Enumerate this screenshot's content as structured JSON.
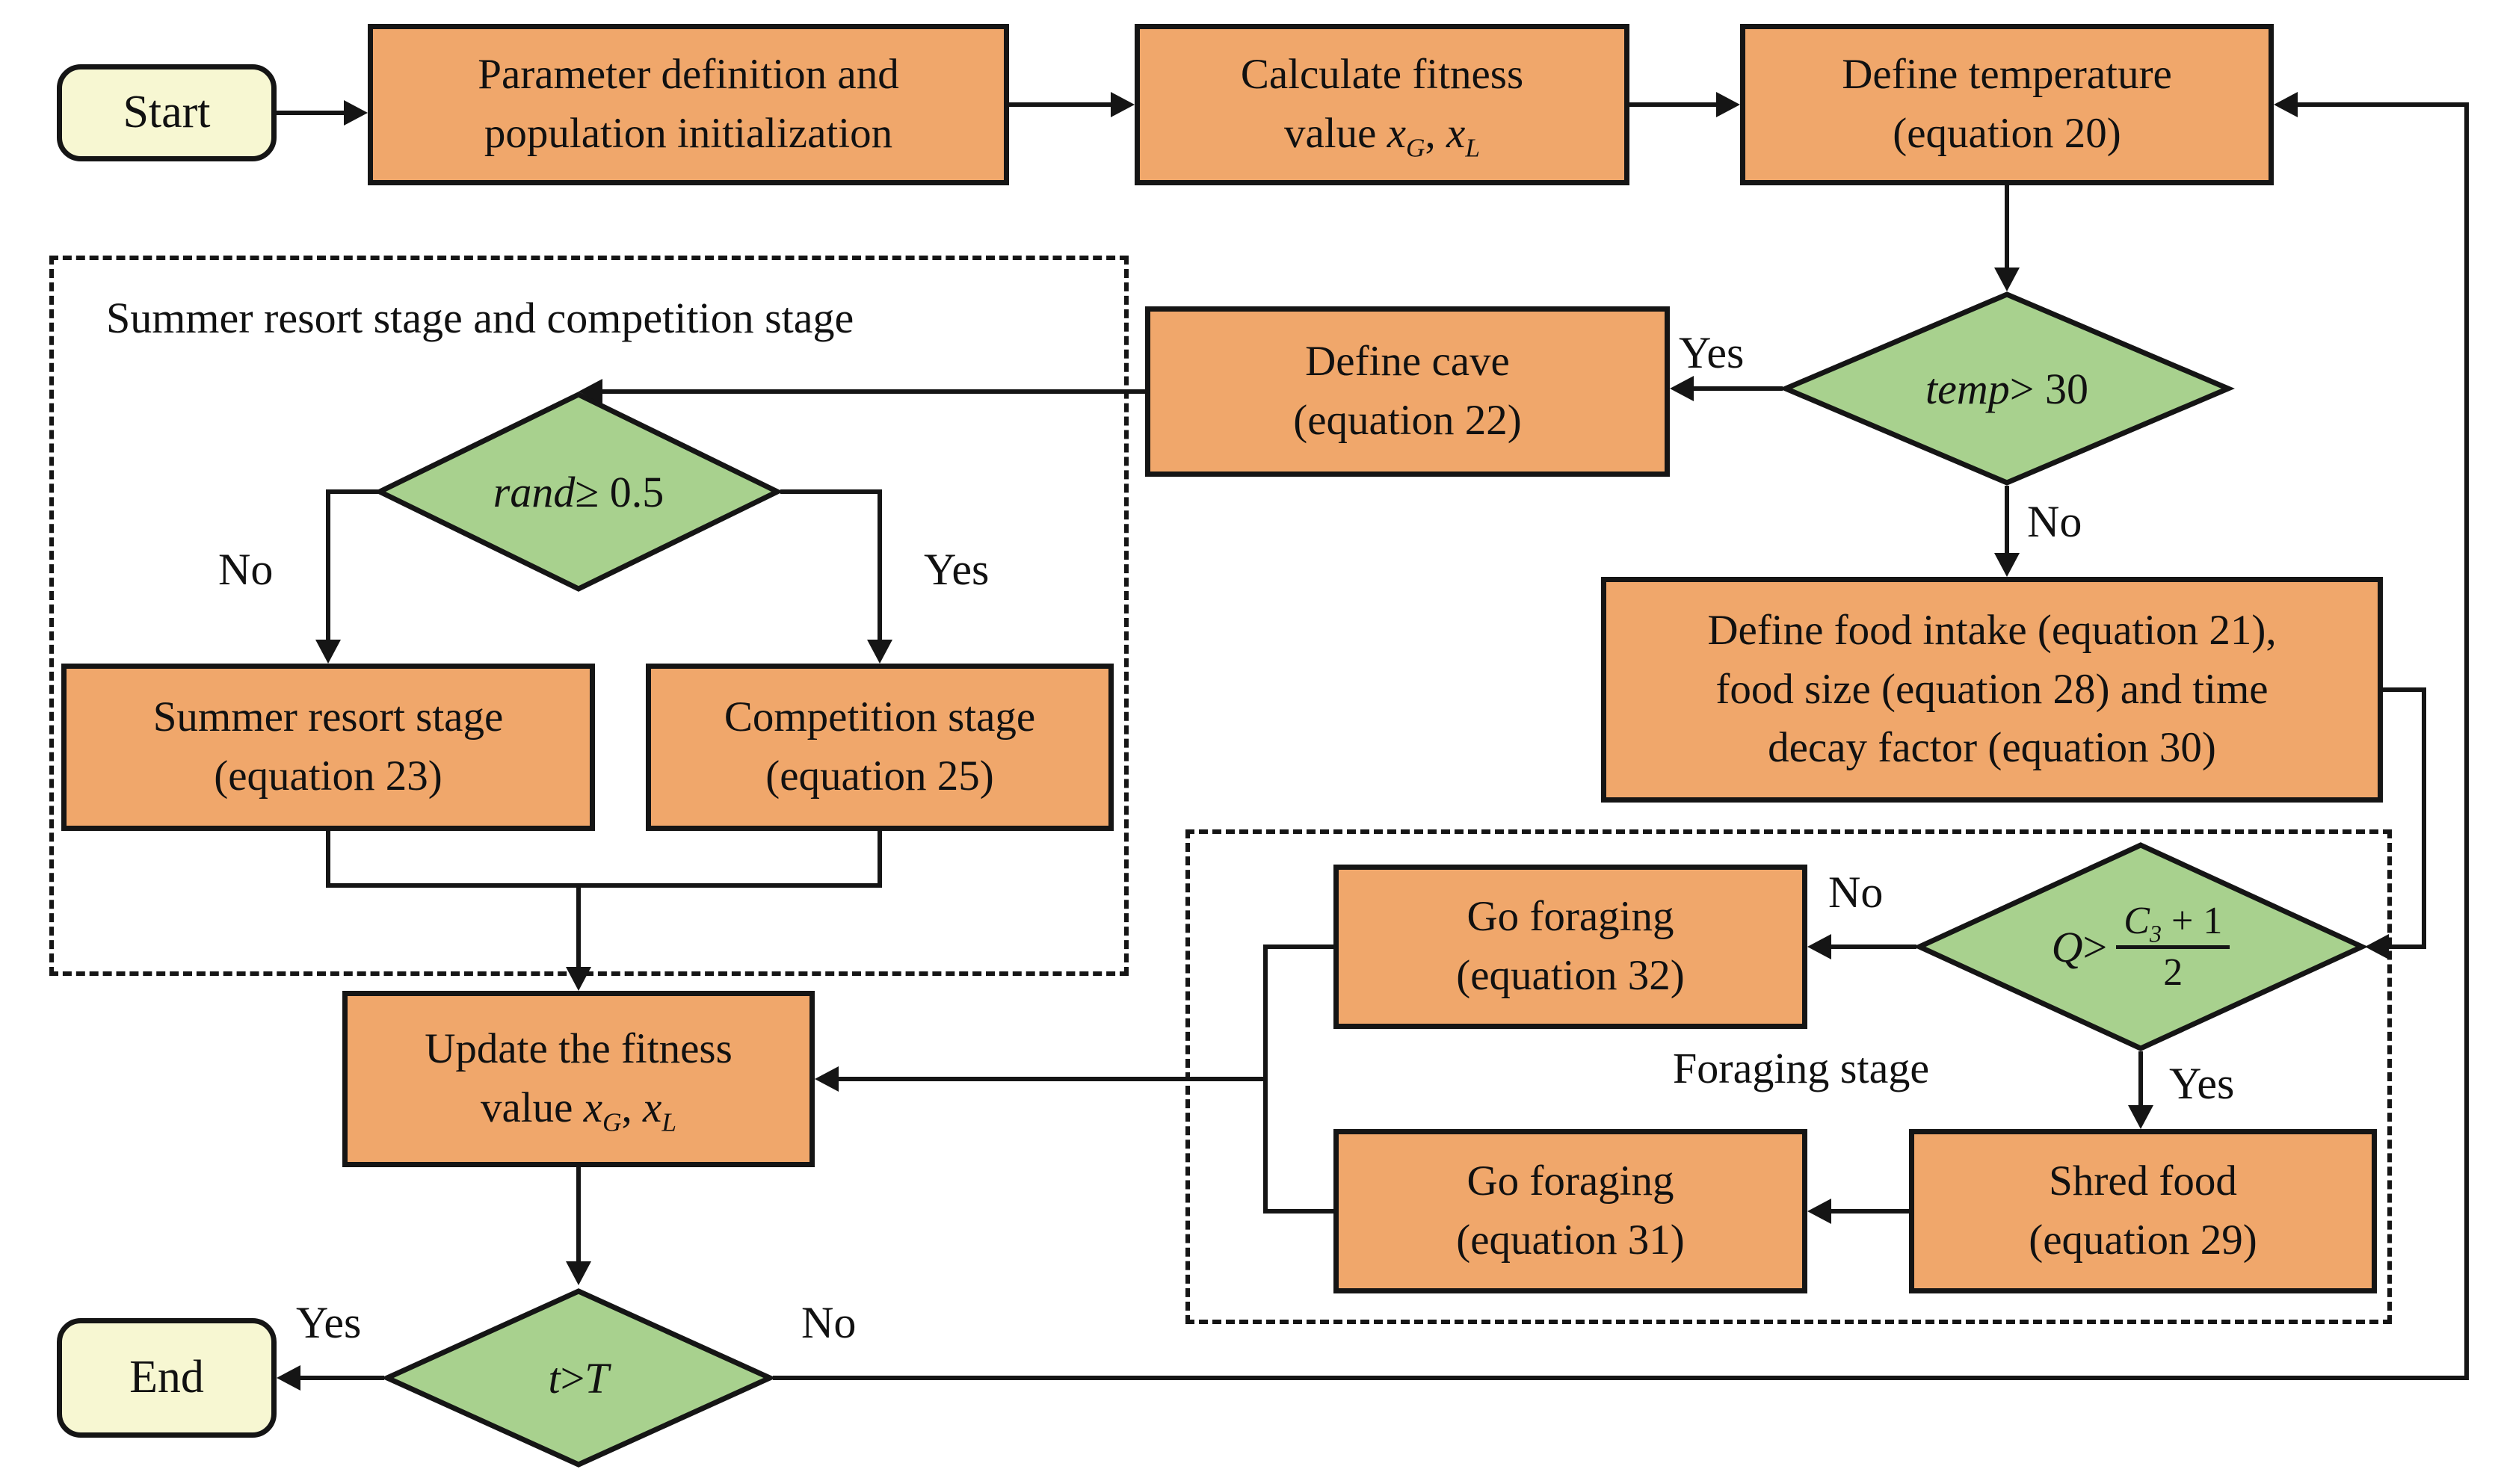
{
  "colors": {
    "process_fill": "#f0a76b",
    "decision_fill": "#a8d18e",
    "terminal_fill": "#f7f7d2",
    "line": "#151515",
    "background": "#ffffff"
  },
  "nodes": {
    "start": {
      "label": "Start"
    },
    "param": {
      "line1": "Parameter definition and",
      "line2": "population initialization"
    },
    "calc": {
      "line1": "Calculate fitness",
      "line2_prefix": "value ",
      "x1": "x",
      "sub1": "G",
      "sep": ", ",
      "x2": "x",
      "sub2": "L"
    },
    "temp": {
      "line1": "Define temperature",
      "line2": "(equation 20)"
    },
    "temp_decision": {
      "var": "temp",
      "rest": " > 30"
    },
    "cave": {
      "line1": "Define cave",
      "line2": "(equation 22)"
    },
    "food": {
      "line1": "Define food intake (equation 21),",
      "line2": "food size (equation 28) and time",
      "line3": "decay factor (equation 30)"
    },
    "summer_group": {
      "title": "Summer resort stage and competition stage"
    },
    "rand_decision": {
      "var": "rand",
      "rest": " ≥ 0.5"
    },
    "summer": {
      "line1": "Summer resort stage",
      "line2": "(equation 23)"
    },
    "competition": {
      "line1": "Competition stage",
      "line2": "(equation 25)"
    },
    "update": {
      "line1": "Update the fitness",
      "line2_prefix": "value ",
      "x1": "x",
      "sub1": "G",
      "sep": ", ",
      "x2": "x",
      "sub2": "L"
    },
    "foraging_group": {
      "title": "Foraging stage"
    },
    "q_decision": {
      "q": "Q",
      "op": " > ",
      "num_c": "C",
      "num_sub": "3",
      "num_rest": " + 1",
      "den": "2"
    },
    "forage32": {
      "line1": "Go foraging",
      "line2": "(equation 32)"
    },
    "forage31": {
      "line1": "Go foraging",
      "line2": "(equation 31)"
    },
    "shred": {
      "line1": "Shred food",
      "line2": "(equation 29)"
    },
    "t_decision": {
      "t": "t",
      "op": " > ",
      "T": "T"
    },
    "end": {
      "label": "End"
    }
  },
  "edge_labels": {
    "yes_cave": "Yes",
    "no_food": "No",
    "no_summer": "No",
    "yes_competition": "Yes",
    "no_forage32": "No",
    "yes_shred": "Yes",
    "yes_end": "Yes",
    "no_loop": "No"
  }
}
